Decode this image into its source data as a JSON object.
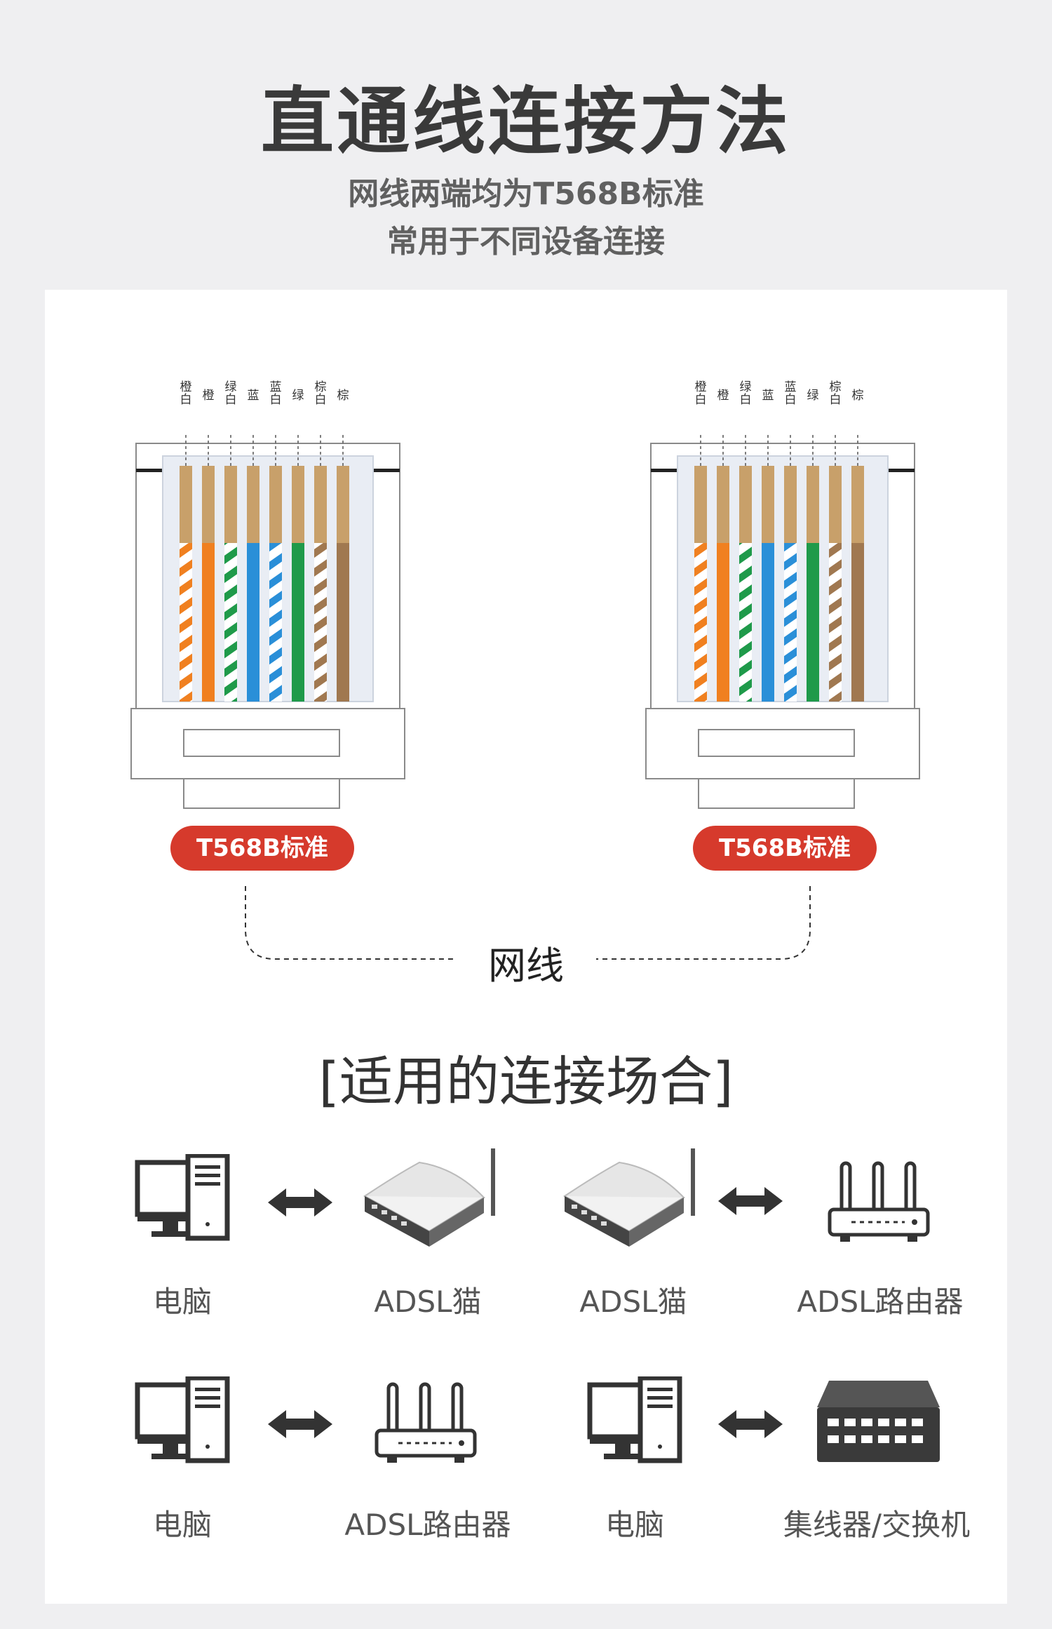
{
  "header": {
    "title": "直通线连接方法",
    "subtitle_line1": "网线两端均为T568B标准",
    "subtitle_line2": "常用于不同设备连接"
  },
  "connectors": {
    "pin_labels": [
      "橙白",
      "橙",
      "绿白",
      "蓝",
      "蓝白",
      "绿",
      "棕白",
      "棕"
    ],
    "left_badge": "T568B标准",
    "right_badge": "T568B标准",
    "cable_label": "网线"
  },
  "wire_colors": {
    "orange": "#f08020",
    "green": "#1f9a4a",
    "blue": "#2a8fd8",
    "brown": "#a07850",
    "copper": "#c8a06a",
    "badge": "#d63a2c"
  },
  "applications": {
    "title": "[适用的连接场合]",
    "pairs": [
      {
        "left": "电脑",
        "right": "ADSL猫"
      },
      {
        "left": "ADSL猫",
        "right": "ADSL路由器"
      },
      {
        "left": "电脑",
        "right": "ADSL路由器"
      },
      {
        "left": "电脑",
        "right": "集线器/交换机"
      }
    ]
  }
}
